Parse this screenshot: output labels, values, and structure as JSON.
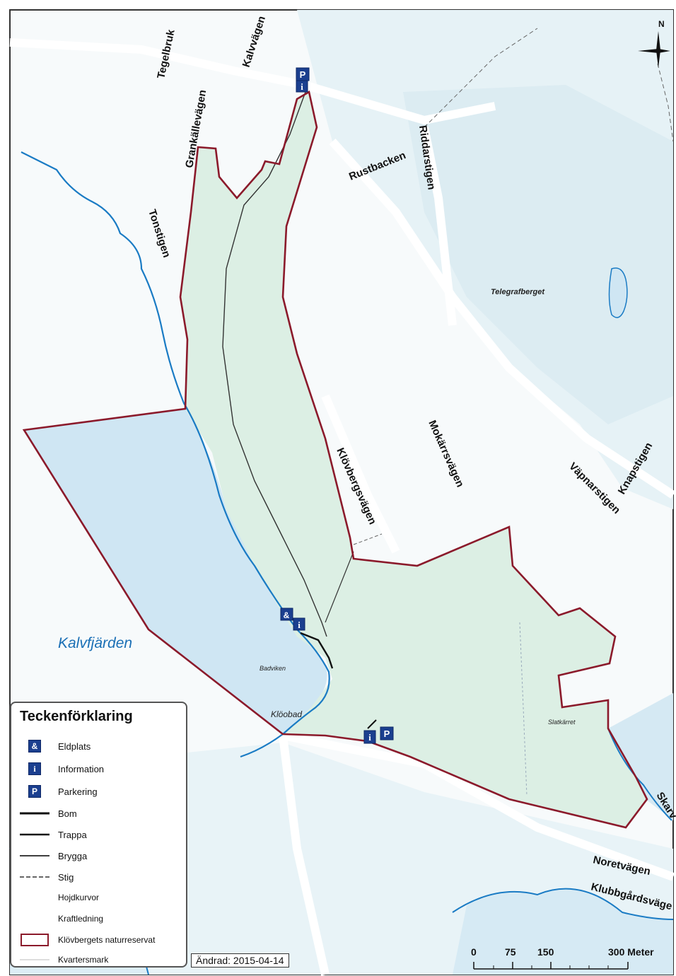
{
  "streets": {
    "tegelbruk": "Tegelbruk",
    "kalvvagen": "Kalvvägen",
    "grankallevagen": "Grankällevägen",
    "tonstigen": "Tonstigen",
    "rustbacken": "Rustbacken",
    "riddarstigen": "Riddarstigen",
    "mokarrsvagen": "Mokärrsvägen",
    "klovbergsvagen": "Klövbergsvägen",
    "vapnarstigen": "Väpnarstigen",
    "knapstigen": "Knapstigen",
    "noretvagen": "Noretvägen",
    "klubbgardsvagen": "Klubbgårdsväge",
    "skarv": "Skarv"
  },
  "places": {
    "telegrafberget": "Telegrafberget",
    "kalvfjarden": "Kalvfjärden",
    "badviken": "Badviken",
    "kloobad": "Klöobad",
    "slatkarret": "Slatkärret"
  },
  "legend": {
    "title": "Teckenförklaring",
    "items": [
      {
        "label": "Eldplats",
        "symbol": "fire-icon"
      },
      {
        "label": "Information",
        "symbol": "info-icon"
      },
      {
        "label": "Parkering",
        "symbol": "parking-icon"
      },
      {
        "label": "Bom",
        "symbol": "line-thick"
      },
      {
        "label": "Trappa",
        "symbol": "line-thick"
      },
      {
        "label": "Brygga",
        "symbol": "line-medium"
      },
      {
        "label": "Stig",
        "symbol": "line-dashed"
      },
      {
        "label": "Hojdkurvor",
        "symbol": "none"
      },
      {
        "label": "Kraftledning",
        "symbol": "none"
      },
      {
        "label": "Klövbergets naturreservat",
        "symbol": "reserve-box"
      },
      {
        "label": "Kvartersmark",
        "symbol": "line-faint"
      }
    ]
  },
  "changed": "Ändrad: 2015-04-14",
  "north_label": "N",
  "scale": {
    "ticks": [
      "0",
      "75",
      "150",
      "300 Meter"
    ]
  },
  "icons": {
    "parking": "P",
    "info": "i",
    "fire": "&"
  },
  "colors": {
    "reserve_border": "#8b1a2b",
    "reserve_fill": "#dcefe4",
    "water": "#cfe6f3",
    "stream": "#1a7bc4",
    "icon": "#1b3f8f"
  }
}
